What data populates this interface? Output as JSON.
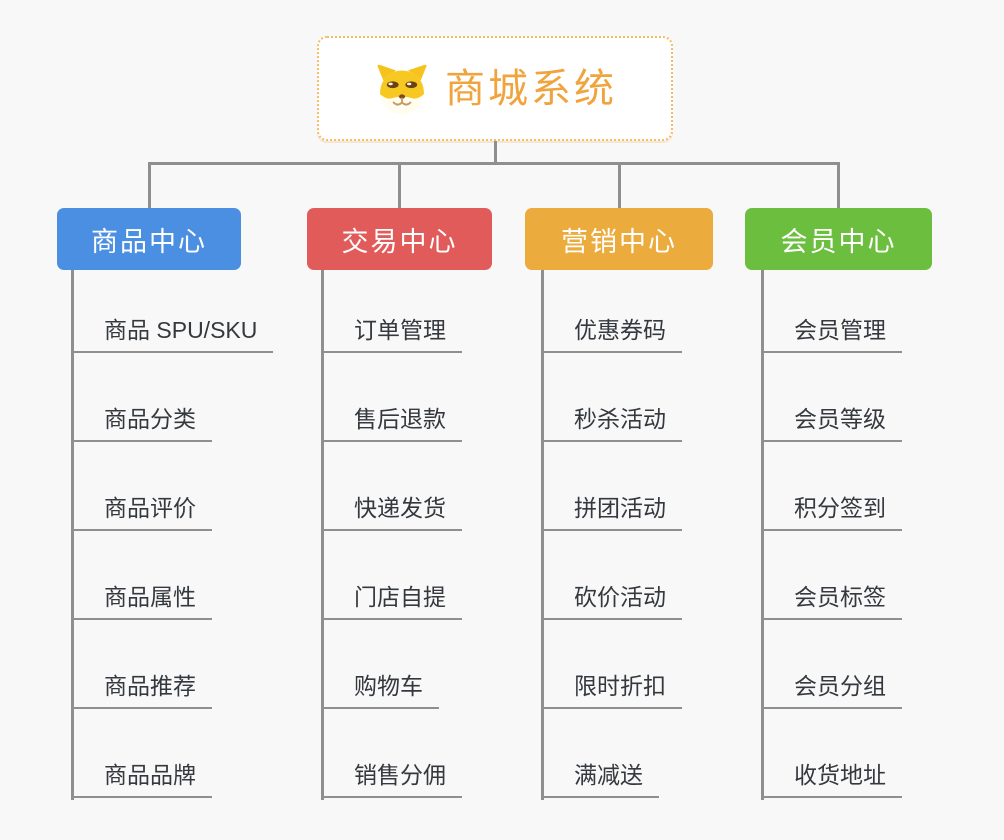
{
  "root": {
    "title": "商城系统",
    "icon": "dog-face-icon",
    "accent_color": "#F0A43E",
    "border_color": "#F4BC63"
  },
  "diagram": {
    "background_color": "#F8F8F8",
    "line_color": "#8F8F8F"
  },
  "branches": [
    {
      "label": "商品中心",
      "color": "#4B8FE2",
      "items": [
        {
          "label": "商品 SPU/SKU"
        },
        {
          "label": "商品分类"
        },
        {
          "label": "商品评价"
        },
        {
          "label": "商品属性"
        },
        {
          "label": "商品推荐"
        },
        {
          "label": "商品品牌"
        }
      ]
    },
    {
      "label": "交易中心",
      "color": "#E25B5B",
      "items": [
        {
          "label": "订单管理"
        },
        {
          "label": "售后退款"
        },
        {
          "label": "快递发货"
        },
        {
          "label": "门店自提"
        },
        {
          "label": "购物车"
        },
        {
          "label": "销售分佣"
        }
      ]
    },
    {
      "label": "营销中心",
      "color": "#EBAB3D",
      "items": [
        {
          "label": "优惠券码"
        },
        {
          "label": "秒杀活动"
        },
        {
          "label": "拼团活动"
        },
        {
          "label": "砍价活动"
        },
        {
          "label": "限时折扣"
        },
        {
          "label": "满减送"
        }
      ]
    },
    {
      "label": "会员中心",
      "color": "#6CBE3E",
      "items": [
        {
          "label": "会员管理"
        },
        {
          "label": "会员等级"
        },
        {
          "label": "积分签到"
        },
        {
          "label": "会员标签"
        },
        {
          "label": "会员分组"
        },
        {
          "label": "收货地址"
        }
      ]
    }
  ]
}
